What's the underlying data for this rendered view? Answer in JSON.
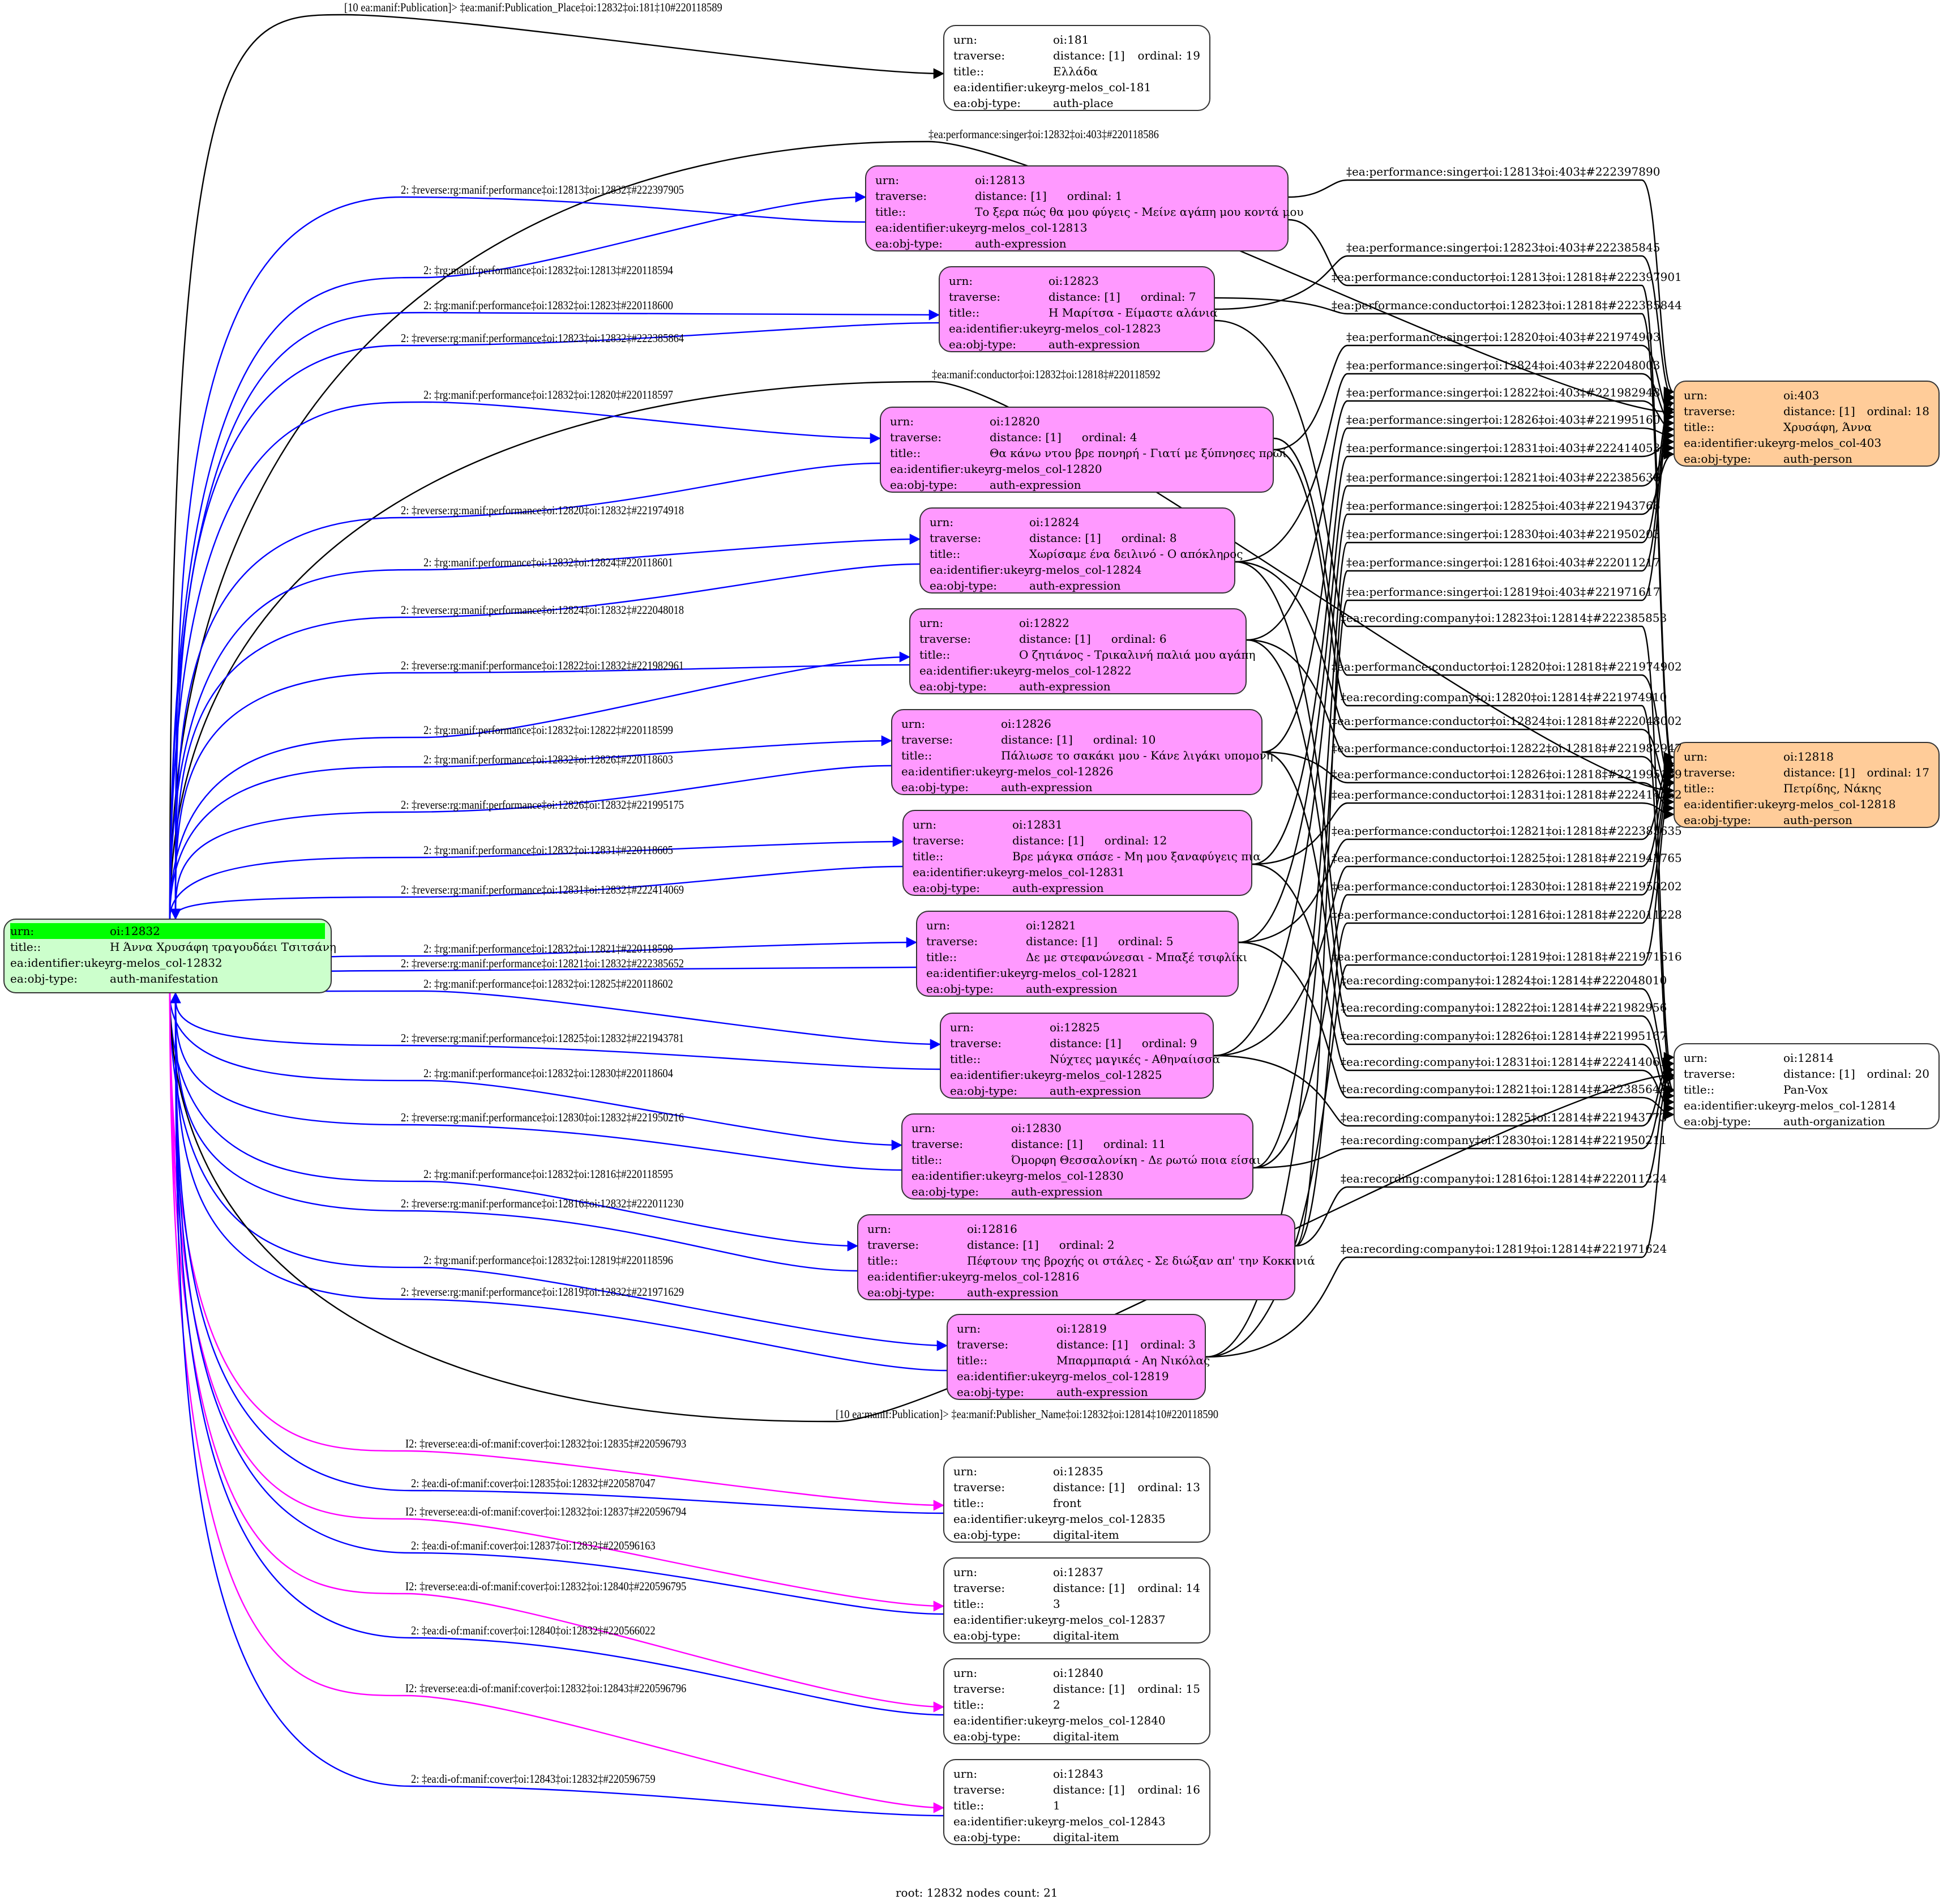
{
  "colors": {
    "root_fill": "#ccffcc",
    "root_urn_highlight": "#00ff00",
    "expression_fill": "#ff99ff",
    "person_fill": "#ffcc99",
    "plain_fill": "#ffffff",
    "edge_blue": "#0000ff",
    "edge_magenta": "#ff00ff",
    "edge_black": "#000000"
  },
  "keys": {
    "urn": "urn:",
    "traverse": "traverse:",
    "title": "title::",
    "ukey": "ea:identifier:ukey",
    "objtype": "ea:obj-type:"
  },
  "root": {
    "urn": "oi:12832",
    "title": "Η Άννα Χρυσάφη τραγουδάει Τσιτσάνη",
    "ukey": "rg-melos_col-12832",
    "objtype": "auth-manifestation"
  },
  "nodes": [
    {
      "id": "181",
      "urn": "oi:181",
      "distance": "distance: [1]",
      "ordinal": "ordinal: 19",
      "title": "Ελλάδα",
      "ukey": "rg-melos_col-181",
      "objtype": "auth-place"
    },
    {
      "id": "12813",
      "urn": "oi:12813",
      "distance": "distance: [1]",
      "ordinal": "ordinal: 1",
      "title": "Το ξερα πώς θα μου φύγεις - Μείνε αγάπη μου κοντά μου",
      "ukey": "rg-melos_col-12813",
      "objtype": "auth-expression"
    },
    {
      "id": "12823",
      "urn": "oi:12823",
      "distance": "distance: [1]",
      "ordinal": "ordinal: 7",
      "title": "Η Μαρίτσα - Είμαστε αλάνια",
      "ukey": "rg-melos_col-12823",
      "objtype": "auth-expression"
    },
    {
      "id": "12820",
      "urn": "oi:12820",
      "distance": "distance: [1]",
      "ordinal": "ordinal: 4",
      "title": "Θα κάνω ντου βρε πονηρή - Γιατί με ξύπνησες πρωί",
      "ukey": "rg-melos_col-12820",
      "objtype": "auth-expression"
    },
    {
      "id": "12824",
      "urn": "oi:12824",
      "distance": "distance: [1]",
      "ordinal": "ordinal: 8",
      "title": "Χωρίσαμε ένα δειλινό - Ο απόκληρος",
      "ukey": "rg-melos_col-12824",
      "objtype": "auth-expression"
    },
    {
      "id": "12822",
      "urn": "oi:12822",
      "distance": "distance: [1]",
      "ordinal": "ordinal: 6",
      "title": "Ο ζητιάνος - Τρικαλινή παλιά μου αγάπη",
      "ukey": "rg-melos_col-12822",
      "objtype": "auth-expression"
    },
    {
      "id": "12826",
      "urn": "oi:12826",
      "distance": "distance: [1]",
      "ordinal": "ordinal: 10",
      "title": "Πάλιωσε το σακάκι μου - Κάνε λιγάκι υπομονή",
      "ukey": "rg-melos_col-12826",
      "objtype": "auth-expression"
    },
    {
      "id": "12831",
      "urn": "oi:12831",
      "distance": "distance: [1]",
      "ordinal": "ordinal: 12",
      "title": "Βρε μάγκα σπάσε - Μη μου ξαναφύγεις πια",
      "ukey": "rg-melos_col-12831",
      "objtype": "auth-expression"
    },
    {
      "id": "12821",
      "urn": "oi:12821",
      "distance": "distance: [1]",
      "ordinal": "ordinal: 5",
      "title": "Δε με στεφανώνεσαι - Μπαξέ τσιφλίκι",
      "ukey": "rg-melos_col-12821",
      "objtype": "auth-expression"
    },
    {
      "id": "12825",
      "urn": "oi:12825",
      "distance": "distance: [1]",
      "ordinal": "ordinal: 9",
      "title": "Νύχτες μαγικές - Αθηναίισσα",
      "ukey": "rg-melos_col-12825",
      "objtype": "auth-expression"
    },
    {
      "id": "12830",
      "urn": "oi:12830",
      "distance": "distance: [1]",
      "ordinal": "ordinal: 11",
      "title": "Όμορφη Θεσσαλονίκη - Δε ρωτώ ποια είσαι",
      "ukey": "rg-melos_col-12830",
      "objtype": "auth-expression"
    },
    {
      "id": "12816",
      "urn": "oi:12816",
      "distance": "distance: [1]",
      "ordinal": "ordinal: 2",
      "title": "Πέφτουν της βροχής οι στάλες - Σε διώξαν απ' την Κοκκινιά",
      "ukey": "rg-melos_col-12816",
      "objtype": "auth-expression"
    },
    {
      "id": "12819",
      "urn": "oi:12819",
      "distance": "distance: [1]",
      "ordinal": "ordinal: 3",
      "title": "Μπαρμπαριά - Αη Νικόλας",
      "ukey": "rg-melos_col-12819",
      "objtype": "auth-expression"
    },
    {
      "id": "12835",
      "urn": "oi:12835",
      "distance": "distance: [1]",
      "ordinal": "ordinal: 13",
      "title": "front",
      "ukey": "rg-melos_col-12835",
      "objtype": "digital-item"
    },
    {
      "id": "12837",
      "urn": "oi:12837",
      "distance": "distance: [1]",
      "ordinal": "ordinal: 14",
      "title": "3",
      "ukey": "rg-melos_col-12837",
      "objtype": "digital-item"
    },
    {
      "id": "12840",
      "urn": "oi:12840",
      "distance": "distance: [1]",
      "ordinal": "ordinal: 15",
      "title": "2",
      "ukey": "rg-melos_col-12840",
      "objtype": "digital-item"
    },
    {
      "id": "12843",
      "urn": "oi:12843",
      "distance": "distance: [1]",
      "ordinal": "ordinal: 16",
      "title": "1",
      "ukey": "rg-melos_col-12843",
      "objtype": "digital-item"
    },
    {
      "id": "403",
      "urn": "oi:403",
      "distance": "distance: [1]",
      "ordinal": "ordinal: 18",
      "title": "Χρυσάφη, Άννα",
      "ukey": "rg-melos_col-403",
      "objtype": "auth-person"
    },
    {
      "id": "12818",
      "urn": "oi:12818",
      "distance": "distance: [1]",
      "ordinal": "ordinal: 17",
      "title": "Πετρίδης, Νάκης",
      "ukey": "rg-melos_col-12818",
      "objtype": "auth-person"
    },
    {
      "id": "12814",
      "urn": "oi:12814",
      "distance": "distance: [1]",
      "ordinal": "ordinal: 20",
      "title": "Pan-Vox",
      "ukey": "rg-melos_col-12814",
      "objtype": "auth-organization"
    }
  ],
  "left_edges": [
    {
      "label": "[10 ea:manif:Publication]> ‡ea:manif:Publication_Place‡oi:12832‡oi:181‡10#220118589",
      "from": "12832",
      "to": "181",
      "color": "black"
    },
    {
      "label": "‡ea:performance:singer‡oi:12832‡oi:403‡#220118586",
      "from": "12832",
      "to": "403",
      "color": "black"
    },
    {
      "label": "2: ‡reverse:rg:manif:performance‡oi:12813‡oi:12832‡#222397905",
      "from": "12813",
      "to": "12832",
      "color": "blue"
    },
    {
      "label": "2: ‡rg:manif:performance‡oi:12832‡oi:12813‡#220118594",
      "from": "12832",
      "to": "12813",
      "color": "blue"
    },
    {
      "label": "2: ‡rg:manif:performance‡oi:12832‡oi:12823‡#220118600",
      "from": "12832",
      "to": "12823",
      "color": "blue"
    },
    {
      "label": "2: ‡reverse:rg:manif:performance‡oi:12823‡oi:12832‡#222385864",
      "from": "12823",
      "to": "12832",
      "color": "blue"
    },
    {
      "label": "‡ea:manif:conductor‡oi:12832‡oi:12818‡#220118592",
      "from": "12832",
      "to": "12818",
      "color": "black"
    },
    {
      "label": "2: ‡rg:manif:performance‡oi:12832‡oi:12820‡#220118597",
      "from": "12832",
      "to": "12820",
      "color": "blue"
    },
    {
      "label": "2: ‡reverse:rg:manif:performance‡oi:12820‡oi:12832‡#221974918",
      "from": "12820",
      "to": "12832",
      "color": "blue"
    },
    {
      "label": "2: ‡rg:manif:performance‡oi:12832‡oi:12824‡#220118601",
      "from": "12832",
      "to": "12824",
      "color": "blue"
    },
    {
      "label": "2: ‡reverse:rg:manif:performance‡oi:12824‡oi:12832‡#222048018",
      "from": "12824",
      "to": "12832",
      "color": "blue"
    },
    {
      "label": "2: ‡reverse:rg:manif:performance‡oi:12822‡oi:12832‡#221982961",
      "from": "12822",
      "to": "12832",
      "color": "blue"
    },
    {
      "label": "2: ‡rg:manif:performance‡oi:12832‡oi:12822‡#220118599",
      "from": "12832",
      "to": "12822",
      "color": "blue"
    },
    {
      "label": "2: ‡rg:manif:performance‡oi:12832‡oi:12826‡#220118603",
      "from": "12832",
      "to": "12826",
      "color": "blue"
    },
    {
      "label": "2: ‡reverse:rg:manif:performance‡oi:12826‡oi:12832‡#221995175",
      "from": "12826",
      "to": "12832",
      "color": "blue"
    },
    {
      "label": "2: ‡rg:manif:performance‡oi:12832‡oi:12831‡#220118605",
      "from": "12832",
      "to": "12831",
      "color": "blue"
    },
    {
      "label": "2: ‡reverse:rg:manif:performance‡oi:12831‡oi:12832‡#222414069",
      "from": "12831",
      "to": "12832",
      "color": "blue"
    },
    {
      "label": "2: ‡rg:manif:performance‡oi:12832‡oi:12821‡#220118598",
      "from": "12832",
      "to": "12821",
      "color": "blue"
    },
    {
      "label": "2: ‡reverse:rg:manif:performance‡oi:12821‡oi:12832‡#222385652",
      "from": "12821",
      "to": "12832",
      "color": "blue"
    },
    {
      "label": "2: ‡rg:manif:performance‡oi:12832‡oi:12825‡#220118602",
      "from": "12832",
      "to": "12825",
      "color": "blue"
    },
    {
      "label": "2: ‡reverse:rg:manif:performance‡oi:12825‡oi:12832‡#221943781",
      "from": "12825",
      "to": "12832",
      "color": "blue"
    },
    {
      "label": "2: ‡rg:manif:performance‡oi:12832‡oi:12830‡#220118604",
      "from": "12832",
      "to": "12830",
      "color": "blue"
    },
    {
      "label": "2: ‡reverse:rg:manif:performance‡oi:12830‡oi:12832‡#221950216",
      "from": "12830",
      "to": "12832",
      "color": "blue"
    },
    {
      "label": "2: ‡rg:manif:performance‡oi:12832‡oi:12816‡#220118595",
      "from": "12832",
      "to": "12816",
      "color": "blue"
    },
    {
      "label": "2: ‡reverse:rg:manif:performance‡oi:12816‡oi:12832‡#222011230",
      "from": "12816",
      "to": "12832",
      "color": "blue"
    },
    {
      "label": "2: ‡rg:manif:performance‡oi:12832‡oi:12819‡#220118596",
      "from": "12832",
      "to": "12819",
      "color": "blue"
    },
    {
      "label": "2: ‡reverse:rg:manif:performance‡oi:12819‡oi:12832‡#221971629",
      "from": "12819",
      "to": "12832",
      "color": "blue"
    },
    {
      "label": "[10 ea:manif:Publication]> ‡ea:manif:Publisher_Name‡oi:12832‡oi:12814‡10#220118590",
      "from": "12832",
      "to": "12814",
      "color": "black"
    },
    {
      "label": "I2: ‡reverse:ea:di-of:manif:cover‡oi:12832‡oi:12835‡#220596793",
      "from": "12832",
      "to": "12835",
      "color": "magenta"
    },
    {
      "label": "2: ‡ea:di-of:manif:cover‡oi:12835‡oi:12832‡#220587047",
      "from": "12835",
      "to": "12832",
      "color": "blue"
    },
    {
      "label": "I2: ‡reverse:ea:di-of:manif:cover‡oi:12832‡oi:12837‡#220596794",
      "from": "12832",
      "to": "12837",
      "color": "magenta"
    },
    {
      "label": "2: ‡ea:di-of:manif:cover‡oi:12837‡oi:12832‡#220596163",
      "from": "12837",
      "to": "12832",
      "color": "blue"
    },
    {
      "label": "I2: ‡reverse:ea:di-of:manif:cover‡oi:12832‡oi:12840‡#220596795",
      "from": "12832",
      "to": "12840",
      "color": "magenta"
    },
    {
      "label": "2: ‡ea:di-of:manif:cover‡oi:12840‡oi:12832‡#220566022",
      "from": "12840",
      "to": "12832",
      "color": "blue"
    },
    {
      "label": "I2: ‡reverse:ea:di-of:manif:cover‡oi:12832‡oi:12843‡#220596796",
      "from": "12832",
      "to": "12843",
      "color": "magenta"
    },
    {
      "label": "2: ‡ea:di-of:manif:cover‡oi:12843‡oi:12832‡#220596759",
      "from": "12843",
      "to": "12832",
      "color": "blue"
    }
  ],
  "right_edges": [
    {
      "label": "‡ea:performance:singer‡oi:12813‡oi:403‡#222397890",
      "from": "12813",
      "to": "403"
    },
    {
      "label": "‡ea:performance:singer‡oi:12823‡oi:403‡#222385845",
      "from": "12823",
      "to": "403"
    },
    {
      "label": "‡ea:performance:conductor‡oi:12813‡oi:12818‡#222397901",
      "from": "12813",
      "to": "12818"
    },
    {
      "label": "‡ea:performance:conductor‡oi:12823‡oi:12818‡#222385844",
      "from": "12823",
      "to": "12818"
    },
    {
      "label": "‡ea:performance:singer‡oi:12820‡oi:403‡#221974903",
      "from": "12820",
      "to": "403"
    },
    {
      "label": "‡ea:performance:singer‡oi:12824‡oi:403‡#222048003",
      "from": "12824",
      "to": "403"
    },
    {
      "label": "‡ea:performance:singer‡oi:12822‡oi:403‡#221982948",
      "from": "12822",
      "to": "403"
    },
    {
      "label": "‡ea:performance:singer‡oi:12826‡oi:403‡#221995160",
      "from": "12826",
      "to": "403"
    },
    {
      "label": "‡ea:performance:singer‡oi:12831‡oi:403‡#222414053",
      "from": "12831",
      "to": "403"
    },
    {
      "label": "‡ea:performance:singer‡oi:12821‡oi:403‡#222385636",
      "from": "12821",
      "to": "403"
    },
    {
      "label": "‡ea:performance:singer‡oi:12825‡oi:403‡#221943766",
      "from": "12825",
      "to": "403"
    },
    {
      "label": "‡ea:performance:singer‡oi:12830‡oi:403‡#221950203",
      "from": "12830",
      "to": "403"
    },
    {
      "label": "‡ea:performance:singer‡oi:12816‡oi:403‡#222011217",
      "from": "12816",
      "to": "403"
    },
    {
      "label": "‡ea:performance:singer‡oi:12819‡oi:403‡#221971617",
      "from": "12819",
      "to": "403"
    },
    {
      "label": "‡ea:recording:company‡oi:12823‡oi:12814‡#222385853",
      "from": "12823",
      "to": "12814"
    },
    {
      "label": "‡ea:performance:conductor‡oi:12820‡oi:12818‡#221974902",
      "from": "12820",
      "to": "12818"
    },
    {
      "label": "‡ea:recording:company‡oi:12820‡oi:12814‡#221974910",
      "from": "12820",
      "to": "12814"
    },
    {
      "label": "‡ea:performance:conductor‡oi:12824‡oi:12818‡#222048002",
      "from": "12824",
      "to": "12818"
    },
    {
      "label": "‡ea:performance:conductor‡oi:12822‡oi:12818‡#221982947",
      "from": "12822",
      "to": "12818"
    },
    {
      "label": "‡ea:performance:conductor‡oi:12826‡oi:12818‡#221995159",
      "from": "12826",
      "to": "12818"
    },
    {
      "label": "‡ea:performance:conductor‡oi:12831‡oi:12818‡#222414052",
      "from": "12831",
      "to": "12818"
    },
    {
      "label": "‡ea:performance:conductor‡oi:12821‡oi:12818‡#222385635",
      "from": "12821",
      "to": "12818"
    },
    {
      "label": "‡ea:performance:conductor‡oi:12825‡oi:12818‡#221943765",
      "from": "12825",
      "to": "12818"
    },
    {
      "label": "‡ea:performance:conductor‡oi:12830‡oi:12818‡#221950202",
      "from": "12830",
      "to": "12818"
    },
    {
      "label": "‡ea:performance:conductor‡oi:12816‡oi:12818‡#222011228",
      "from": "12816",
      "to": "12818"
    },
    {
      "label": "‡ea:performance:conductor‡oi:12819‡oi:12818‡#221971616",
      "from": "12819",
      "to": "12818"
    },
    {
      "label": "‡ea:recording:company‡oi:12824‡oi:12814‡#222048010",
      "from": "12824",
      "to": "12814"
    },
    {
      "label": "‡ea:recording:company‡oi:12822‡oi:12814‡#221982956",
      "from": "12822",
      "to": "12814"
    },
    {
      "label": "‡ea:recording:company‡oi:12826‡oi:12814‡#221995167",
      "from": "12826",
      "to": "12814"
    },
    {
      "label": "‡ea:recording:company‡oi:12831‡oi:12814‡#222414061",
      "from": "12831",
      "to": "12814"
    },
    {
      "label": "‡ea:recording:company‡oi:12821‡oi:12814‡#222385644",
      "from": "12821",
      "to": "12814"
    },
    {
      "label": "‡ea:recording:company‡oi:12825‡oi:12814‡#221943773",
      "from": "12825",
      "to": "12814"
    },
    {
      "label": "‡ea:recording:company‡oi:12830‡oi:12814‡#221950211",
      "from": "12830",
      "to": "12814"
    },
    {
      "label": "‡ea:recording:company‡oi:12816‡oi:12814‡#222011224",
      "from": "12816",
      "to": "12814"
    },
    {
      "label": "‡ea:recording:company‡oi:12819‡oi:12814‡#221971624",
      "from": "12819",
      "to": "12814"
    }
  ],
  "footer": "root: 12832 nodes count: 21"
}
